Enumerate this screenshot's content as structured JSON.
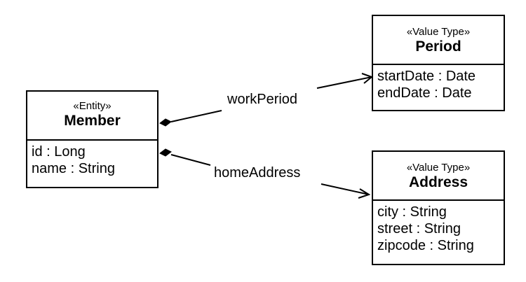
{
  "classes": {
    "member": {
      "stereotype": "«Entity»",
      "name": "Member",
      "attributes": [
        "id : Long",
        "name : String"
      ]
    },
    "period": {
      "stereotype": "«Value Type»",
      "name": "Period",
      "attributes": [
        "startDate : Date",
        "endDate : Date"
      ]
    },
    "address": {
      "stereotype": "«Value Type»",
      "name": "Address",
      "attributes": [
        "city : String",
        "street : String",
        "zipcode : String"
      ]
    }
  },
  "associations": {
    "work_period": {
      "label": "workPeriod",
      "kind": "composition"
    },
    "home_address": {
      "label": "homeAddress",
      "kind": "composition"
    }
  }
}
